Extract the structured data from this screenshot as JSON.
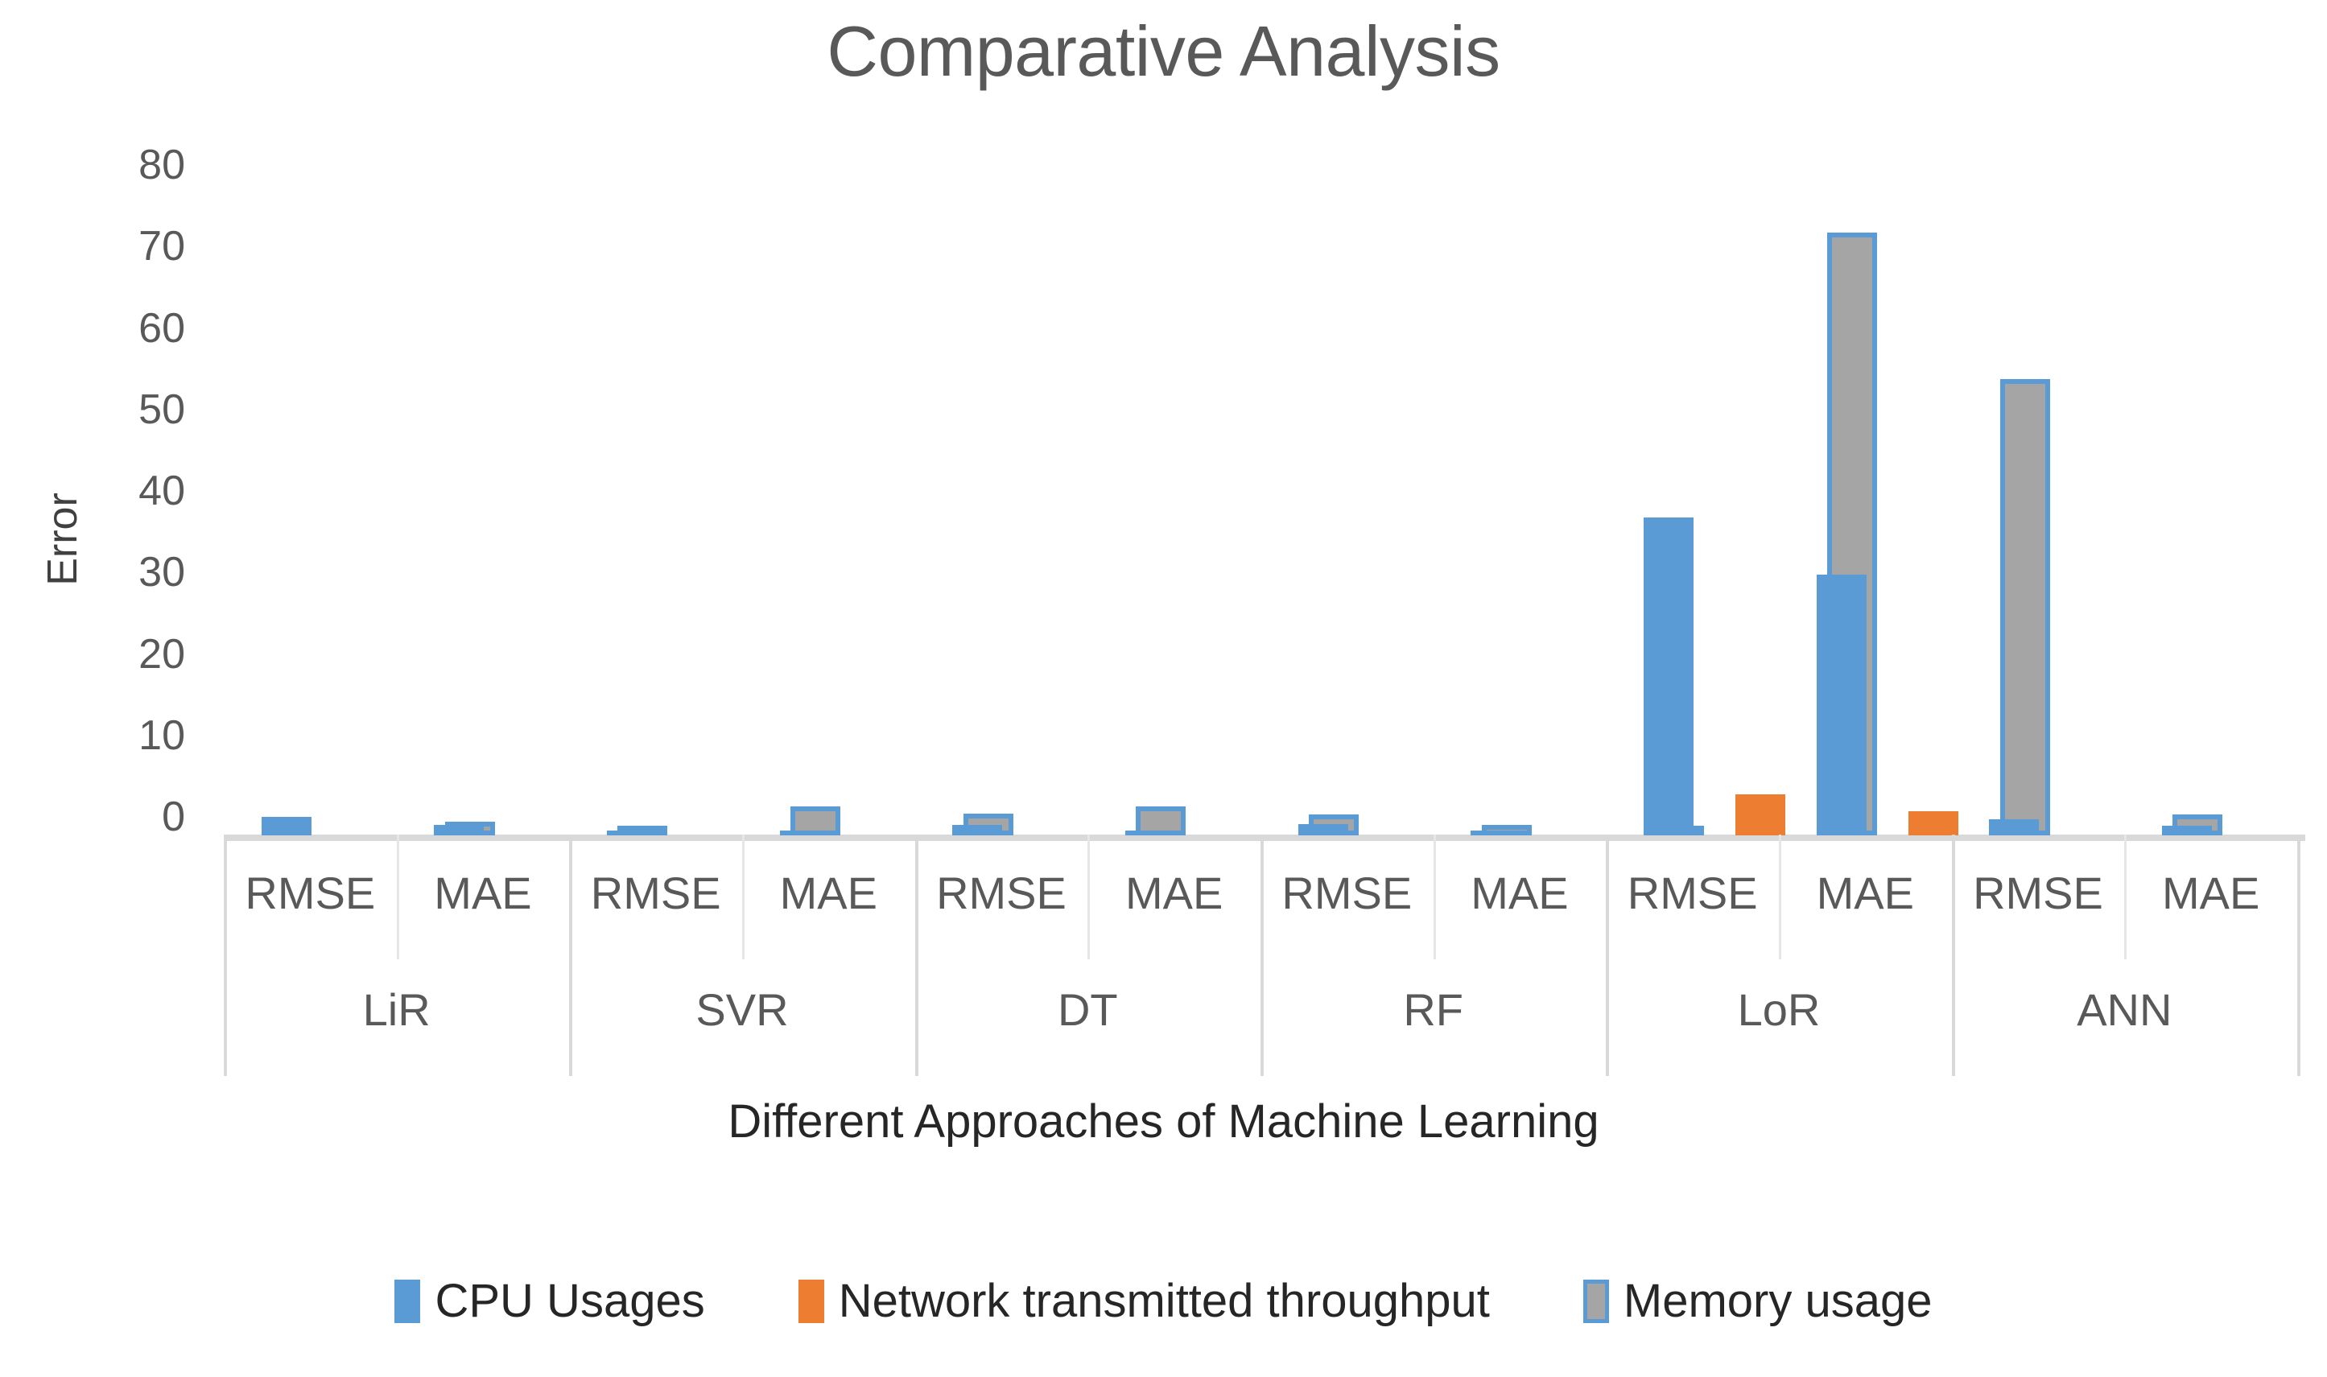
{
  "chart_data": {
    "type": "bar",
    "title": "Comparative Analysis",
    "xlabel": "Different Approaches of Machine Learning",
    "ylabel": "Error",
    "ylim": [
      0,
      80
    ],
    "yticks": [
      80,
      70,
      60,
      50,
      40,
      30,
      20,
      10,
      0
    ],
    "grid": false,
    "legend_position": "bottom",
    "groups": [
      "LiR",
      "SVR",
      "DT",
      "RF",
      "LoR",
      "ANN"
    ],
    "metrics": [
      "RMSE",
      "MAE"
    ],
    "categories": [
      "LiR RMSE",
      "LiR MAE",
      "SVR RMSE",
      "SVR MAE",
      "DT RMSE",
      "DT MAE",
      "RF RMSE",
      "RF MAE",
      "LoR RMSE",
      "LoR MAE",
      "ANN RMSE",
      "ANN MAE"
    ],
    "series": [
      {
        "name": "CPU Usages",
        "color": "#5b9bd5",
        "values": [
          2.3,
          1.3,
          0.6,
          0.5,
          1.3,
          0.6,
          1.4,
          0.6,
          39,
          32,
          2.0,
          1.2
        ]
      },
      {
        "name": "Network transmitted throughput",
        "color": "#ed7d31",
        "values": [
          0,
          0,
          0,
          0,
          0,
          0,
          0,
          0,
          5,
          3,
          0,
          0
        ]
      },
      {
        "name": "Memory usage",
        "color": "#a5a5a5",
        "border_color": "#5b9bd5",
        "values": [
          1.7,
          1.2,
          3.6,
          2.7,
          3.6,
          2.6,
          1.3,
          1.2,
          74,
          56,
          2.6,
          1.3
        ]
      }
    ]
  },
  "legend": {
    "items": [
      {
        "label": "CPU Usages",
        "swatch": "cpu"
      },
      {
        "label": "Network transmitted throughput",
        "swatch": "network"
      },
      {
        "label": "Memory usage",
        "swatch": "memory"
      }
    ]
  }
}
